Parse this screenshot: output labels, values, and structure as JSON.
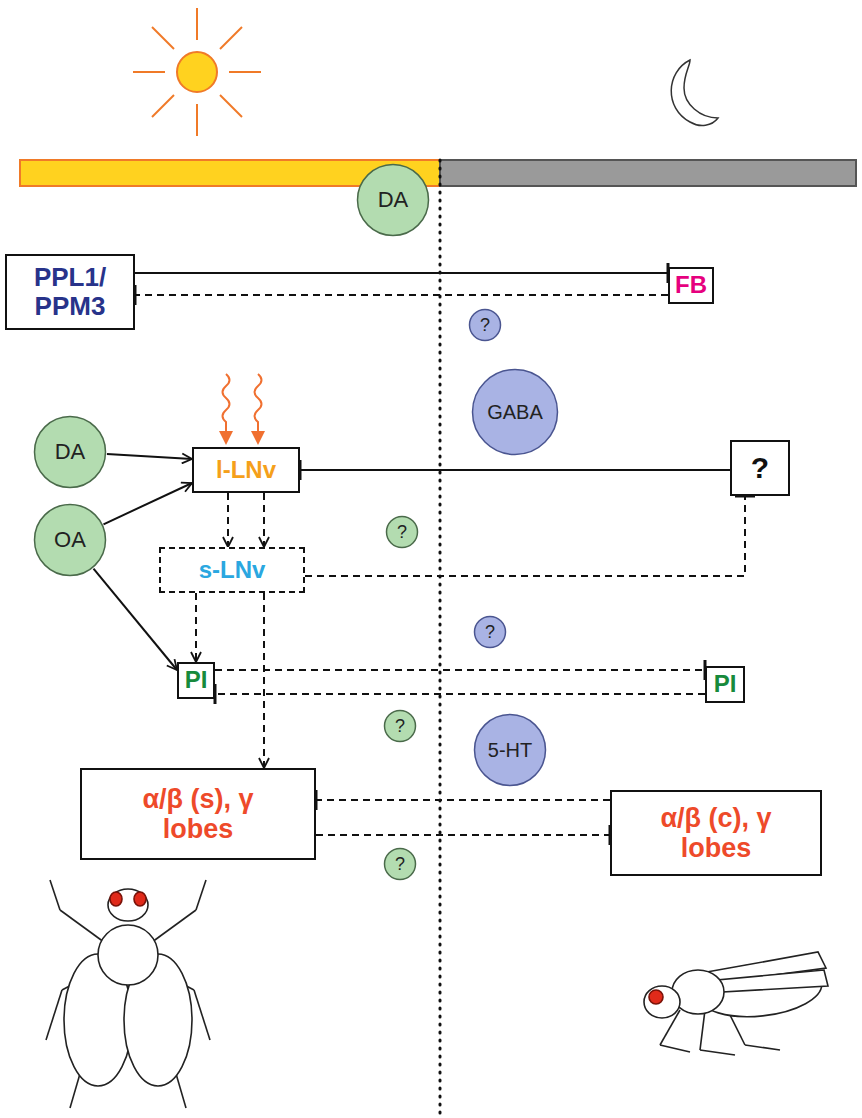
{
  "diagram": {
    "nodes": [
      {
        "text": [
          "PPL1/ PPM3"
        ]
      },
      {
        "text": [
          "DA"
        ]
      },
      {
        "text": [
          "FB"
        ]
      },
      {
        "text": [
          "?"
        ]
      },
      {
        "text": [
          "DA"
        ]
      },
      {
        "text": [
          "OA"
        ]
      },
      {
        "text": [
          "l-LNv"
        ]
      },
      {
        "text": [
          "GABA"
        ]
      },
      {
        "text": [
          "?"
        ]
      },
      {
        "text": [
          "?"
        ]
      },
      {
        "text": [
          "s-LNv"
        ]
      },
      {
        "text": [
          "?"
        ]
      },
      {
        "text": [
          "PI"
        ]
      },
      {
        "text": [
          "PI"
        ]
      },
      {
        "text": [
          "?"
        ]
      },
      {
        "text": [
          "5-HT"
        ]
      },
      {
        "text": [
          "α/β (s), γ lobes"
        ]
      },
      {
        "text": [
          "α/β (c), γ lobes"
        ]
      },
      {
        "text": [
          "?"
        ]
      }
    ],
    "edges": [
      {
        "from": 0,
        "to": 2,
        "arrow": "to"
      },
      {
        "from": 2,
        "to": 0,
        "arrow": "to"
      },
      {
        "from": 4,
        "to": 6,
        "arrow": "to"
      },
      {
        "from": 5,
        "to": 6,
        "arrow": "to"
      },
      {
        "from": 5,
        "to": 12,
        "arrow": "to"
      },
      {
        "from": 8,
        "to": 6,
        "arrow": "to"
      },
      {
        "from": 6,
        "to": 10,
        "arrow": "to"
      },
      {
        "from": 6,
        "to": 10,
        "arrow": "to"
      },
      {
        "from": 10,
        "to": 8,
        "arrow": "to"
      },
      {
        "from": 10,
        "to": 12,
        "arrow": "to"
      },
      {
        "from": 10,
        "to": 16,
        "arrow": "to"
      },
      {
        "from": 12,
        "to": 13,
        "arrow": "to"
      },
      {
        "from": 13,
        "to": 12,
        "arrow": "to"
      },
      {
        "from": 17,
        "to": 16,
        "arrow": "to"
      },
      {
        "from": 16,
        "to": 17,
        "arrow": "to"
      }
    ]
  }
}
